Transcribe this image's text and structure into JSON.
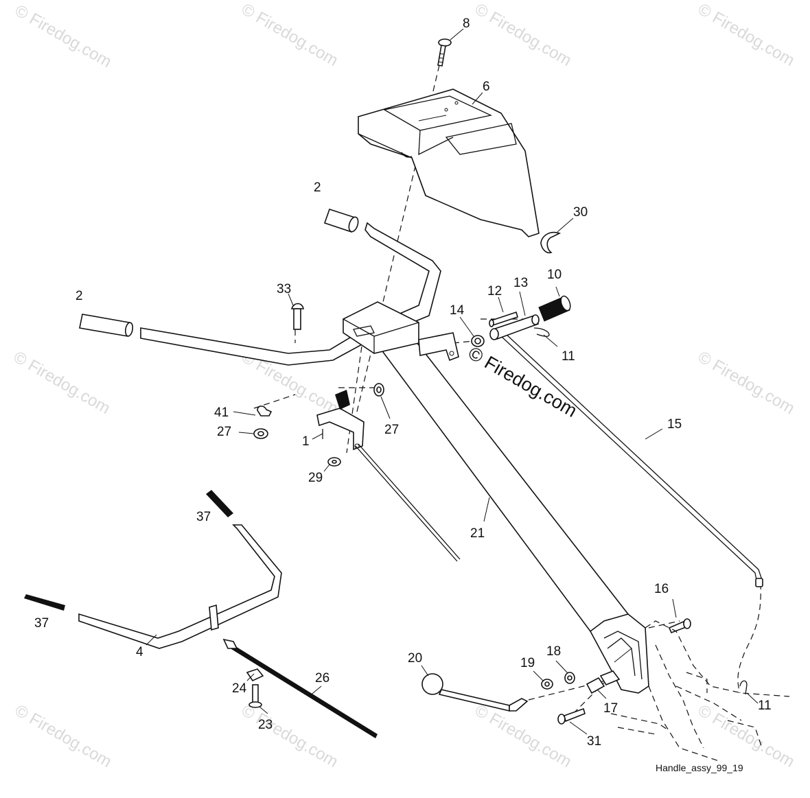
{
  "watermark": "© Firedog.com",
  "caption": "Handle_assy_99_19",
  "callouts": {
    "c8": "8",
    "c6": "6",
    "c2a": "2",
    "c30": "30",
    "c2b": "2",
    "c33": "33",
    "c12": "12",
    "c13": "13",
    "c10": "10",
    "c14": "14",
    "c11a": "11",
    "c41": "41",
    "c27a": "27",
    "c27b": "27",
    "c1": "1",
    "c29": "29",
    "c15": "15",
    "c37a": "37",
    "c21": "21",
    "c37b": "37",
    "c4": "4",
    "c16": "16",
    "c20": "20",
    "c18": "18",
    "c19": "19",
    "c26": "26",
    "c24": "24",
    "c23": "23",
    "c17": "17",
    "c11b": "11",
    "c31": "31"
  }
}
